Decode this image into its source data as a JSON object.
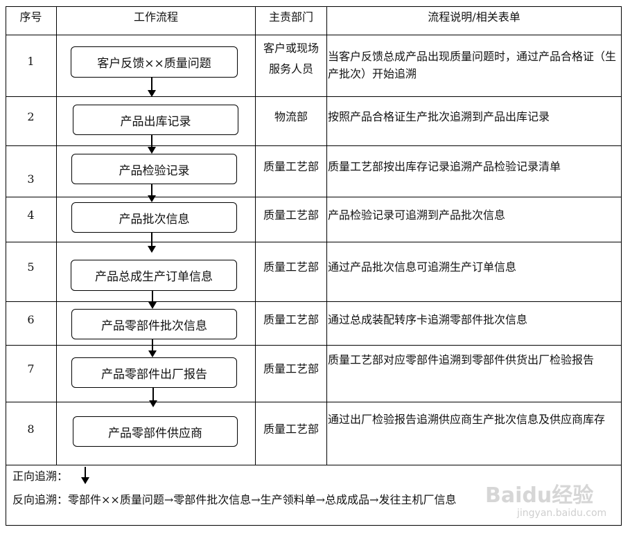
{
  "headers": {
    "seq": "序号",
    "flow": "工作流程",
    "dept": "主责部门",
    "desc": "流程说明/相关表单"
  },
  "rows": [
    {
      "seq": "1",
      "box": "客户反馈××质量问题",
      "dept": "客户或现场服务人员",
      "dept_l1": "客户或现场",
      "dept_l2": "服务人员",
      "desc": "当客户反馈总成产品出现质量问题时，通过产品合格证（生产批次）开始追溯"
    },
    {
      "seq": "2",
      "box": "产品出库记录",
      "dept": "物流部",
      "desc": "按照产品合格证生产批次追溯到产品出库记录"
    },
    {
      "seq": "3",
      "box": "产品检验记录",
      "dept": "质量工艺部",
      "desc": "质量工艺部按出库存记录追溯产品检验记录清单"
    },
    {
      "seq": "4",
      "box": "产品批次信息",
      "dept": "质量工艺部",
      "desc": "产品检验记录可追溯到产品批次信息"
    },
    {
      "seq": "5",
      "box": "产品总成生产订单信息",
      "dept": "质量工艺部",
      "desc": "通过产品批次信息可追溯生产订单信息"
    },
    {
      "seq": "6",
      "box": "产品零部件批次信息",
      "dept": "质量工艺部",
      "desc": "通过总成装配转序卡追溯零部件批次信息"
    },
    {
      "seq": "7",
      "box": "产品零部件出厂报告",
      "dept": "质量工艺部",
      "desc": "质量工艺部对应零部件追溯到零部件供货出厂检验报告"
    },
    {
      "seq": "8",
      "box": "产品零部件供应商",
      "dept": "质量工艺部",
      "desc": "通过出厂检验报告追溯供应商生产批次信息及供应商库存"
    }
  ],
  "footer": {
    "forward_label": "正向追溯：",
    "reverse": "反向追溯：零部件××质量问题→零部件批次信息→生产领料单→总成成品→发往主机厂信息"
  },
  "watermark": {
    "logo": "Baidu经验",
    "url": "jingyan.baidu.com"
  }
}
